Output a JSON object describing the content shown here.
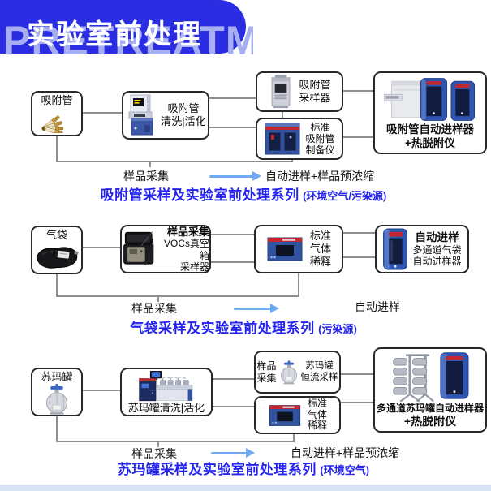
{
  "banner": {
    "title": "实验室前处理",
    "watermark": "PRETREATMENT",
    "bg_color": "#2B2DE3",
    "watermark_color": "#A7AFF2"
  },
  "colors": {
    "series_title": "#2424EE",
    "flow_arrow": "#70A9F4",
    "connector_line": "#8F8F8F",
    "box_border": "#28282C",
    "machine_blue": "#2E55B2",
    "machine_panel_navy": "#121C3E",
    "machine_red": "#C2282E",
    "bottom_band": "#D8E4F4"
  },
  "rows": [
    {
      "source": {
        "label": "吸附管"
      },
      "step2": {
        "lines": [
          "吸附管",
          "清洗|活化"
        ]
      },
      "mid_top": {
        "lines": [
          "吸附管",
          "采样器"
        ]
      },
      "mid_bottom": {
        "lines": [
          "标准",
          "吸附管",
          "制备仪"
        ]
      },
      "final": {
        "lines": [
          "吸附管自动进样器",
          "+热脱附仪"
        ]
      },
      "flow_left": "样品采集",
      "flow_right": "自动进样+样品预浓缩",
      "series_title": "吸附管采样及实验室前处理系列",
      "series_scope": "(环境空气/污染源)"
    },
    {
      "source": {
        "label": "气袋"
      },
      "step2": {
        "head": "样品采集",
        "lines": [
          "VOCs真空箱",
          "采样器"
        ]
      },
      "mid": {
        "lines": [
          "标准",
          "气体",
          "稀释"
        ]
      },
      "final": {
        "head": "自动进样",
        "lines": [
          "多通道气袋",
          "自动进样器"
        ]
      },
      "flow_left": "样品采集",
      "flow_right": "自动进样",
      "series_title": "气袋采样及实验室前处理系列",
      "series_scope": "(污染源)"
    },
    {
      "source": {
        "label": "苏玛罐"
      },
      "step2": {
        "label": "苏玛罐清洗|活化"
      },
      "mid_top": {
        "head": [
          "样品",
          "采集"
        ],
        "lines": [
          "苏玛罐",
          "恒流采样"
        ]
      },
      "mid_bottom": {
        "lines": [
          "标准",
          "气体",
          "稀释"
        ]
      },
      "final": {
        "lines": [
          "多通道苏玛罐自动进样器",
          "+热脱附仪"
        ]
      },
      "flow_left": "样品采集",
      "flow_right": "自动进样+样品预浓缩",
      "series_title": "苏玛罐采样及实验室前处理系列",
      "series_scope": "(环境空气)"
    }
  ]
}
